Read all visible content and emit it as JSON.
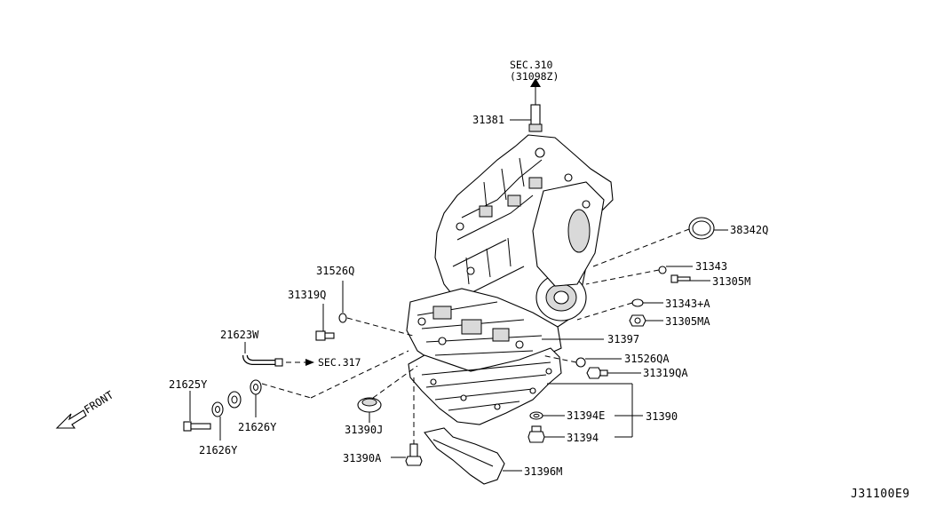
{
  "labels": {
    "sec310": "SEC.310",
    "sec310_sub": "(31098Z)",
    "p31381": "31381",
    "p38342Q": "38342Q",
    "p31343": "31343",
    "p31305M": "31305M",
    "p31343A": "31343+A",
    "p31305MA": "31305MA",
    "p31397": "31397",
    "p31526QA": "31526QA",
    "p31319QA": "31319QA",
    "p31394E": "31394E",
    "p31390": "31390",
    "p31394": "31394",
    "p31396M": "31396M",
    "p31390A": "31390A",
    "p31390J": "31390J",
    "p31526Q": "31526Q",
    "p31319Q": "31319Q",
    "p21623W": "21623W",
    "sec317": "SEC.317",
    "p21625Y": "21625Y",
    "p21626Y_right": "21626Y",
    "p21626Y_left": "21626Y",
    "front": "FRONT",
    "diagram_code": "J31100E9"
  }
}
